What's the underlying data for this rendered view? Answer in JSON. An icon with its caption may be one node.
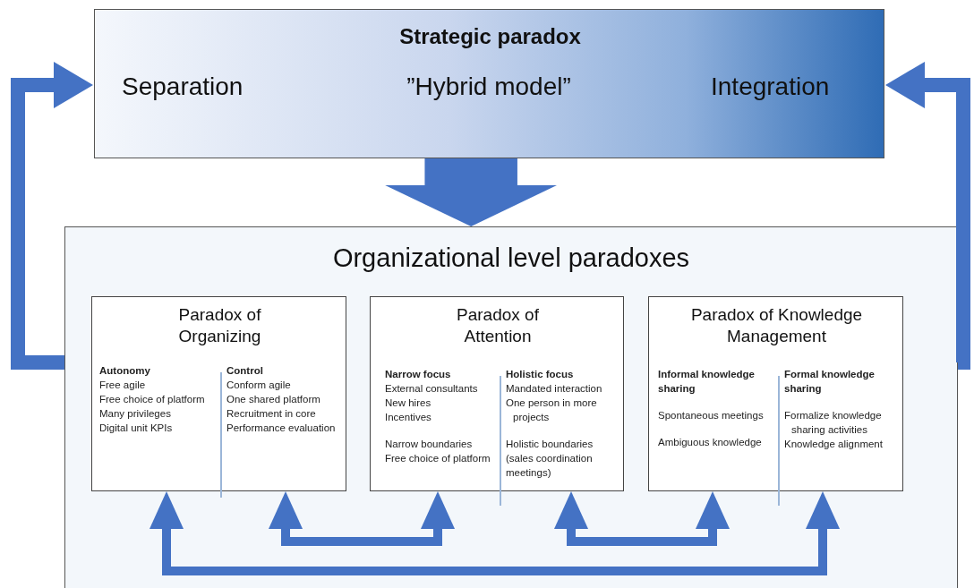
{
  "diagram": {
    "nodes": [
      {
        "text": [
          "Strategic paradox",
          "Separation",
          "”Hybrid model”",
          "Integration"
        ]
      },
      {
        "text": [
          "Organizational level paradoxes"
        ]
      },
      {
        "text": [
          "Paradox of Organizing",
          "Autonomy",
          "Free agile",
          "Free choice of platform",
          "Many privileges",
          "Digital unit KPIs",
          "Control",
          "Conform agile",
          "One shared platform",
          "Recruitment in core",
          "Performance evaluation"
        ],
        "in": 1
      },
      {
        "text": [
          "Paradox of Attention",
          "Narrow focus",
          "External consultants",
          "New hires",
          "Incentives",
          "Narrow boundaries",
          "Free choice of platform",
          "Holistic focus",
          "Mandated interaction",
          "One person in more projects",
          "Holistic boundaries (sales coordination meetings)"
        ],
        "in": 1
      },
      {
        "text": [
          "Paradox of Knowledge Management",
          "Informal knowledge sharing",
          "Spontaneous meetings",
          "Ambiguous knowledge",
          "Formal knowledge sharing",
          "Formalize knowledge sharing activities",
          "Knowledge alignment"
        ],
        "in": 1
      }
    ],
    "edges": [
      {
        "from": 0,
        "to": 1,
        "arrow": "to",
        "style": "thick"
      },
      {
        "from": 1,
        "to": 0,
        "arrow": "to"
      },
      {
        "from": 1,
        "to": 0,
        "arrow": "to"
      },
      {
        "from": 2,
        "to": 3,
        "arrow": "both"
      },
      {
        "from": 3,
        "to": 4,
        "arrow": "both"
      },
      {
        "from": 2,
        "to": 4,
        "arrow": "both"
      }
    ]
  }
}
